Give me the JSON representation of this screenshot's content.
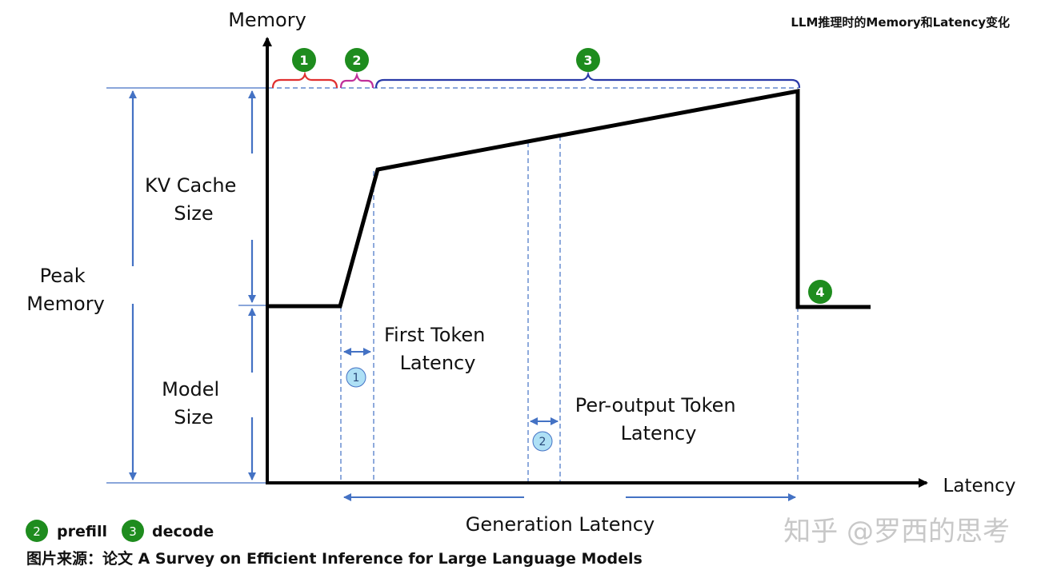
{
  "title": "LLM推理时的Memory和Latency变化",
  "axes": {
    "y_label": "Memory",
    "x_label": "Latency"
  },
  "labels": {
    "kv_cache": [
      "KV Cache",
      "Size"
    ],
    "peak_memory": [
      "Peak",
      "Memory"
    ],
    "model_size": [
      "Model",
      "Size"
    ],
    "first_token": [
      "First Token",
      "Latency"
    ],
    "per_output": [
      "Per-output Token",
      "Latency"
    ],
    "generation": "Generation Latency"
  },
  "phase_markers": [
    "1",
    "2",
    "3",
    "4"
  ],
  "interval_markers": [
    "1",
    "2"
  ],
  "legend": [
    {
      "num": "2",
      "label": "prefill"
    },
    {
      "num": "3",
      "label": "decode"
    }
  ],
  "source": "图片来源：论文 A Survey on Efficient Inference for Large Language Models",
  "watermark": "知乎 @罗西的思考",
  "colors": {
    "axis": "#000000",
    "guide": "#4472c4",
    "brace_1": "#e03030",
    "brace_2": "#c0309a",
    "brace_3": "#2a3aa8",
    "badge": "#1e8c1e",
    "interval_badge": "#aee0f5"
  }
}
